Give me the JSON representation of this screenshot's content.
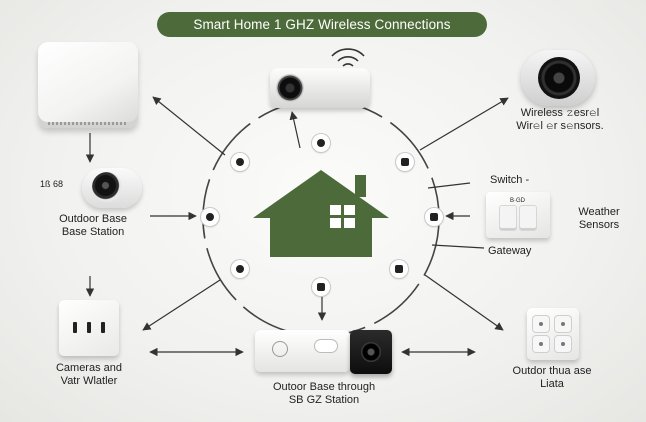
{
  "title": "Smart Home 1 GHZ Wireless Connections",
  "colors": {
    "accent_green": "#4d6b3a",
    "line": "#3a3a3a",
    "house_green": "#4d6b3a"
  },
  "labels": {
    "wireless_sensors_line1": "Wireless 𝚣esr𝚎l",
    "wireless_sensors_line2": "Wir𝚎l 𝚎r s𝚎nsors.",
    "tag_code": "1ß 68",
    "outdoor_base_line1": "Outdoor Base",
    "outdoor_base_line2": "Base Station",
    "switch": "Switch -",
    "panel_mini": "B·GD",
    "weather_line1": "Weather",
    "weather_line2": "Sensors",
    "gateway": "Gateway",
    "cameras_line1": "Cameras and",
    "cameras_line2": "Vatr Wlatler",
    "doorbell_line1": "Outoor Base through",
    "doorbell_line2": "SB  GZ Station",
    "outdoor_bottom_line1": "Outdor thua ase",
    "outdoor_bottom_line2": "Liata"
  },
  "icons": {
    "hub": "smart-hub-icon",
    "house": "house-icon",
    "wifi": "wifi-icon",
    "camera": "camera-icon",
    "switch": "light-switch-icon",
    "outlet": "outlet-icon",
    "doorbell": "doorbell-icon",
    "node": "node-dot-icon"
  }
}
